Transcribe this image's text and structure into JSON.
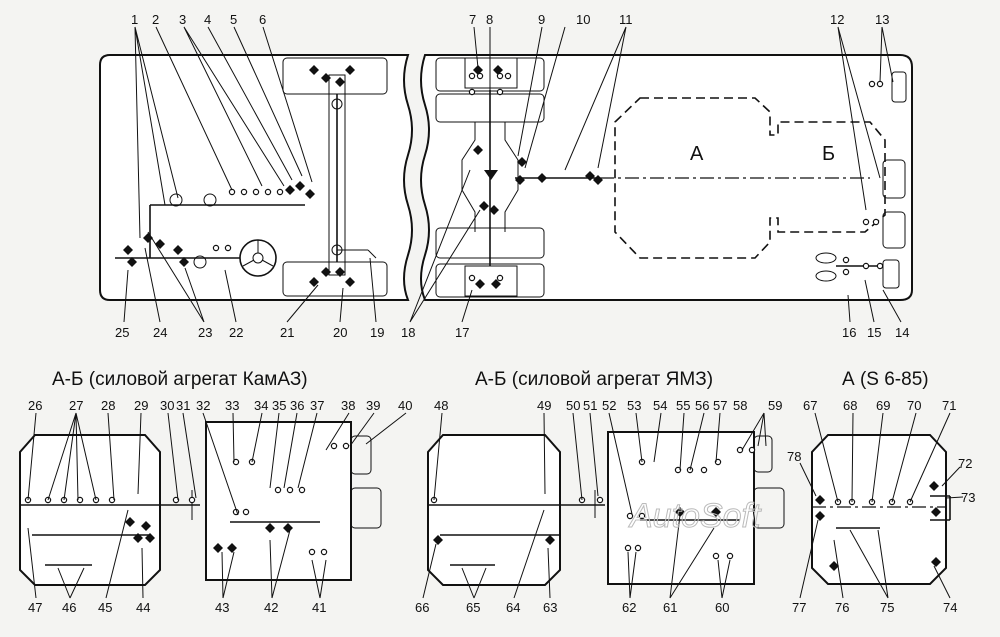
{
  "chassis": {
    "section_a": "А",
    "section_b": "Б",
    "top_numbers": [
      "1",
      "2",
      "3",
      "4",
      "5",
      "6",
      "7",
      "8",
      "9",
      "10",
      "11",
      "12",
      "13"
    ],
    "bottom_numbers": [
      "25",
      "24",
      "23",
      "22",
      "21",
      "20",
      "19",
      "18",
      "17",
      "16",
      "15",
      "14"
    ]
  },
  "panels": {
    "kamaz": {
      "title": "А-Б (силовой агрегат КамАЗ)",
      "top_numbers": [
        "26",
        "27",
        "28",
        "29",
        "30",
        "31",
        "32",
        "33",
        "34",
        "35",
        "36",
        "37",
        "38",
        "39",
        "40"
      ],
      "bottom_numbers": [
        "47",
        "46",
        "45",
        "44",
        "43",
        "42",
        "41"
      ]
    },
    "yamz": {
      "title": "А-Б (силовой агрегат ЯМЗ)",
      "top_numbers": [
        "48",
        "49",
        "50",
        "51",
        "52",
        "53",
        "54",
        "55",
        "56",
        "57",
        "58",
        "59"
      ],
      "bottom_numbers": [
        "66",
        "65",
        "64",
        "63",
        "62",
        "61",
        "60"
      ]
    },
    "s685": {
      "title": "А (S 6-85)",
      "top_numbers": [
        "67",
        "68",
        "69",
        "70",
        "71"
      ],
      "side_numbers": [
        "78",
        "72",
        "73"
      ],
      "bottom_numbers": [
        "77",
        "76",
        "75",
        "74"
      ]
    }
  },
  "watermark": "AutoSoft"
}
